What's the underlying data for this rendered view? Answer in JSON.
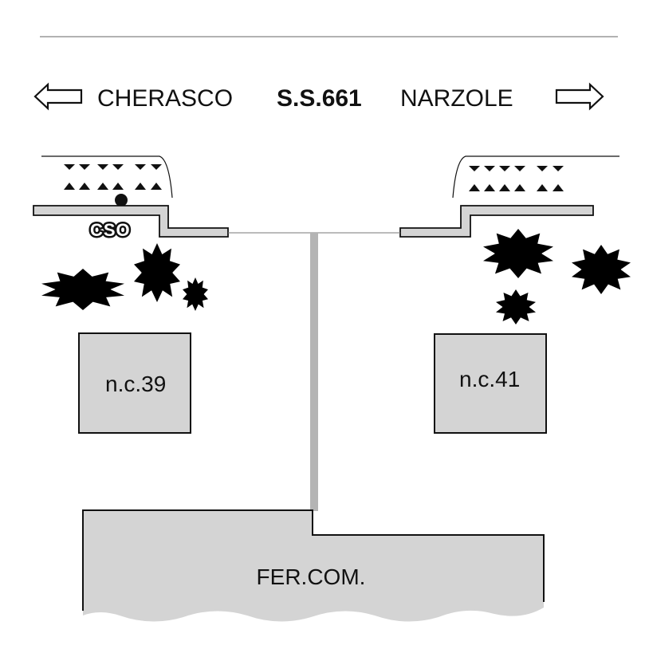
{
  "road": {
    "west_label": "CHERASCO",
    "code": "S.S.661",
    "east_label": "NARZOLE",
    "west_arrow_icon": "arrow-left-icon",
    "east_arrow_icon": "arrow-right-icon"
  },
  "markers": {
    "cso_label": "CSO"
  },
  "buildings": {
    "left": "n.c.39",
    "right": "n.c.41",
    "bottom": "FER.COM."
  },
  "colors": {
    "fill_grey": "#d4d4d4",
    "path_grey": "#b4b4b4",
    "line": "#111111",
    "divider": "#999999"
  }
}
